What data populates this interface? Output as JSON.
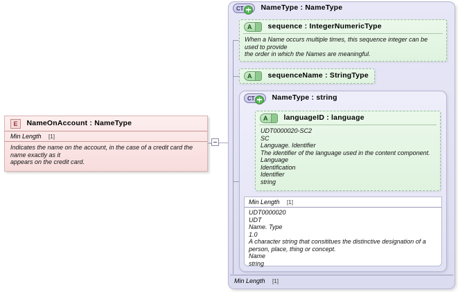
{
  "element_box": {
    "icon": "element-icon",
    "icon_label": "E",
    "title": "NameOnAccount : NameType",
    "facet_name": "Min Length",
    "facet_cardinality": "[1]",
    "documentation": "Indicates the name on the account, in the case of a credit card the name exactly as it\nappears on the credit card."
  },
  "connector": {
    "expand_icon": "collapse-minus-icon",
    "expand_glyph": "−"
  },
  "complex_type_outer": {
    "icon": "complextype-expand-icon",
    "icon_label": "CT",
    "title": "NameType : NameType",
    "facet_name": "Min Length",
    "facet_cardinality": "[1]"
  },
  "attributes": [
    {
      "icon": "attribute-icon",
      "icon_label": "A",
      "title": "sequence : IntegerNumericType",
      "documentation": "When a Name occurs multiple times, this sequence integer can be used to provide\nthe order in which the Names are meaningful."
    },
    {
      "icon": "attribute-icon",
      "icon_label": "A",
      "title": "sequenceName : StringType",
      "documentation": ""
    }
  ],
  "complex_type_inner": {
    "icon": "complextype-expand-icon",
    "icon_label": "CT",
    "title": "NameType : string",
    "attribute": {
      "icon": "attribute-icon",
      "icon_label": "A",
      "title": "languageID : language",
      "documentation": "UDT0000020-SC2\nSC\nLanguage. Identifier\nThe identifier of the language used in the content component.\nLanguage\nIdentification\nIdentifier\nstring"
    },
    "facet_name": "Min Length",
    "facet_cardinality": "[1]",
    "documentation": "UDT0000020\nUDT\nName. Type\n1.0\nA character string that consititues the distinctive designation of a person, place, thing or concept.\nName\nstring"
  },
  "colors": {
    "element_fill": "#f8dcdc",
    "element_border": "#d9b3b3",
    "element_badge": "#f6d9d9",
    "complextype_fill": "#dcdcf1",
    "complextype_border": "#b6b6d2",
    "attribute_fill": "#dff3df",
    "attribute_border": "#9bbf9b",
    "expand_plus": "#57b857",
    "page_background": "#ffffff"
  }
}
